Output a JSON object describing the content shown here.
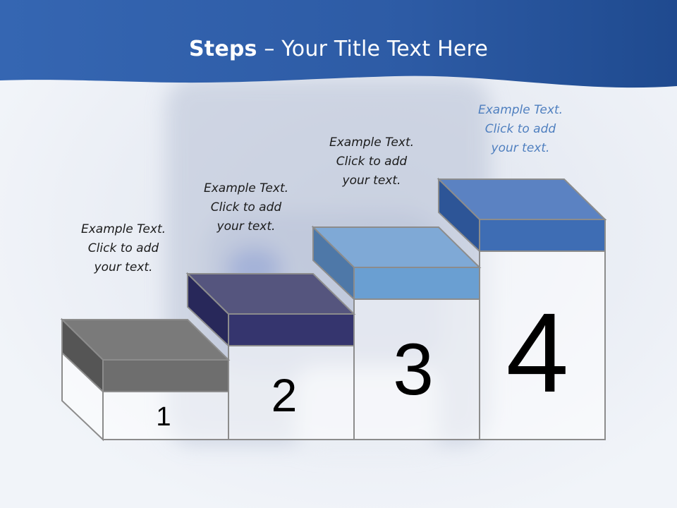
{
  "slide": {
    "title_bold": "Steps",
    "title_rest": " – Your Title Text Here"
  },
  "steps": [
    {
      "number": "1",
      "lines": [
        "Example Text.",
        "Click  to add",
        "your text."
      ]
    },
    {
      "number": "2",
      "lines": [
        "Example Text.",
        "Click  to add",
        "your text."
      ]
    },
    {
      "number": "3",
      "lines": [
        "Example Text.",
        "Click  to add",
        "your text."
      ]
    },
    {
      "number": "4",
      "lines": [
        "Example Text.",
        "Click  to add",
        "your text."
      ]
    }
  ],
  "colors": {
    "header": "#2f5ea8",
    "step1": "#6f6f6f",
    "step2": "#3a3a74",
    "step3": "#6a9fd2",
    "step4": "#3e6db4",
    "caption": "#1b1b1b",
    "caption_accent": "#4f7fbf"
  }
}
